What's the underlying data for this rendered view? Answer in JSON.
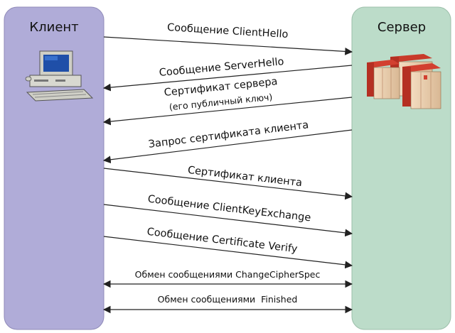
{
  "client": {
    "title": "Клиент",
    "fill": "#b0acd8",
    "icon": "computer-icon"
  },
  "server": {
    "title": "Сервер",
    "fill": "#bcdcc9",
    "icon": "server-icon"
  },
  "messages": [
    {
      "id": "client-hello",
      "direction": "to-server",
      "text": "Сообщение ClientHello"
    },
    {
      "id": "server-hello",
      "direction": "to-client",
      "text": "Сообщение ServerHello"
    },
    {
      "id": "server-certificate",
      "direction": "to-client",
      "text": "Сертификат сервера",
      "subtext": "(его публичный ключ)"
    },
    {
      "id": "certificate-request",
      "direction": "to-client",
      "text": "Запрос сертификата клиента"
    },
    {
      "id": "client-certificate",
      "direction": "to-server",
      "text": "Сертификат клиента"
    },
    {
      "id": "client-key-exchange",
      "direction": "to-server",
      "text": "Сообщение ClientKeyExchange"
    },
    {
      "id": "certificate-verify",
      "direction": "to-server",
      "text": "Сообщение Certificate Verify"
    },
    {
      "id": "change-cipher-spec",
      "direction": "both",
      "text": "Обмен сообщениями ChangeCipherSpec"
    },
    {
      "id": "finished",
      "direction": "both",
      "text": "Обмен сообщениями  Finished"
    }
  ]
}
